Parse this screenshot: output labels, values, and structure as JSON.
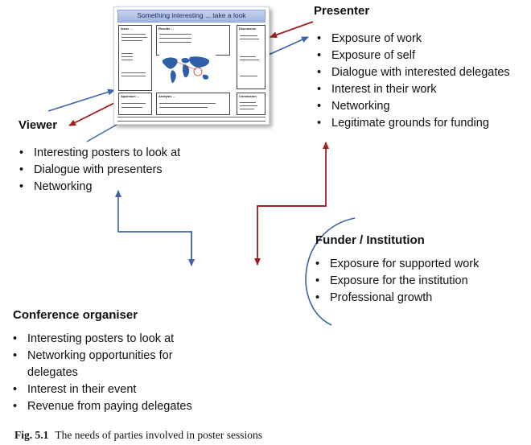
{
  "poster": {
    "title": "Something interesting ... take a look",
    "sections": {
      "issue": "Issue ...",
      "results": "Results ...",
      "discussion": "Discussion",
      "approach": "Approach ...",
      "analysis": "Analysis ...",
      "conclusion": "Conclusion"
    }
  },
  "presenter": {
    "heading": "Presenter",
    "items": [
      "Exposure of work",
      "Exposure of self",
      "Dialogue with interested delegates",
      "Interest in their work",
      "Networking",
      "Legitimate grounds for funding"
    ]
  },
  "viewer": {
    "heading": "Viewer",
    "items": [
      "Interesting posters to look at",
      "Dialogue with presenters",
      "Networking"
    ]
  },
  "funder": {
    "heading": "Funder / Institution",
    "items": [
      "Exposure for supported work",
      "Exposure for the institution",
      "Professional growth"
    ]
  },
  "organiser": {
    "heading": "Conference organiser",
    "items": [
      "Interesting posters to look at",
      "Networking opportunities for delegates",
      "Interest in their event",
      "Revenue from paying delegates"
    ]
  },
  "caption": {
    "label": "Fig. 5.1",
    "text": "The needs of parties involved in poster sessions"
  },
  "colors": {
    "blue_arrow": "#3d63a8",
    "red_arrow": "#a51d1d",
    "text": "#111111"
  }
}
